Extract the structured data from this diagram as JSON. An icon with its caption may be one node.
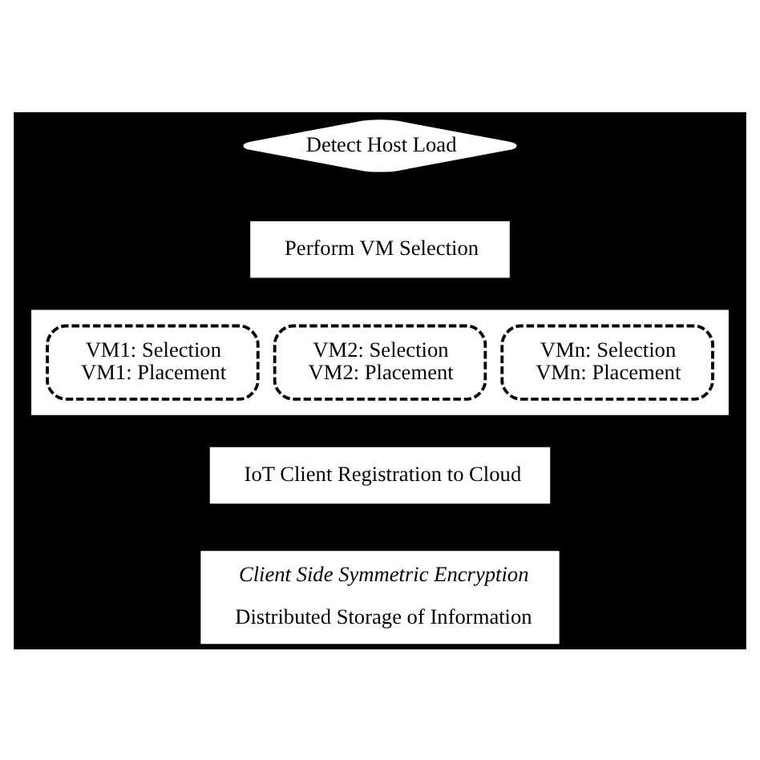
{
  "diagram": {
    "nodes": [
      {
        "text": [
          "Detect Host Load"
        ]
      },
      {
        "text": [
          "Perform VM Selection"
        ]
      },
      {
        "text": [],
        "shape": "box"
      },
      {
        "text": [
          "VM1: Selection",
          "VM1: Placement"
        ],
        "in": 2
      },
      {
        "text": [
          "VM2: Selection",
          "VM2: Placement"
        ],
        "in": 2
      },
      {
        "text": [
          "VMn: Selection",
          "VMn: Placement"
        ],
        "in": 2
      },
      {
        "text": [
          "IoT Client Registration to Cloud"
        ]
      },
      {
        "text": [
          "Client Side Symmetric Encryption",
          "Distributed Storage of Information"
        ]
      }
    ],
    "edges": []
  }
}
